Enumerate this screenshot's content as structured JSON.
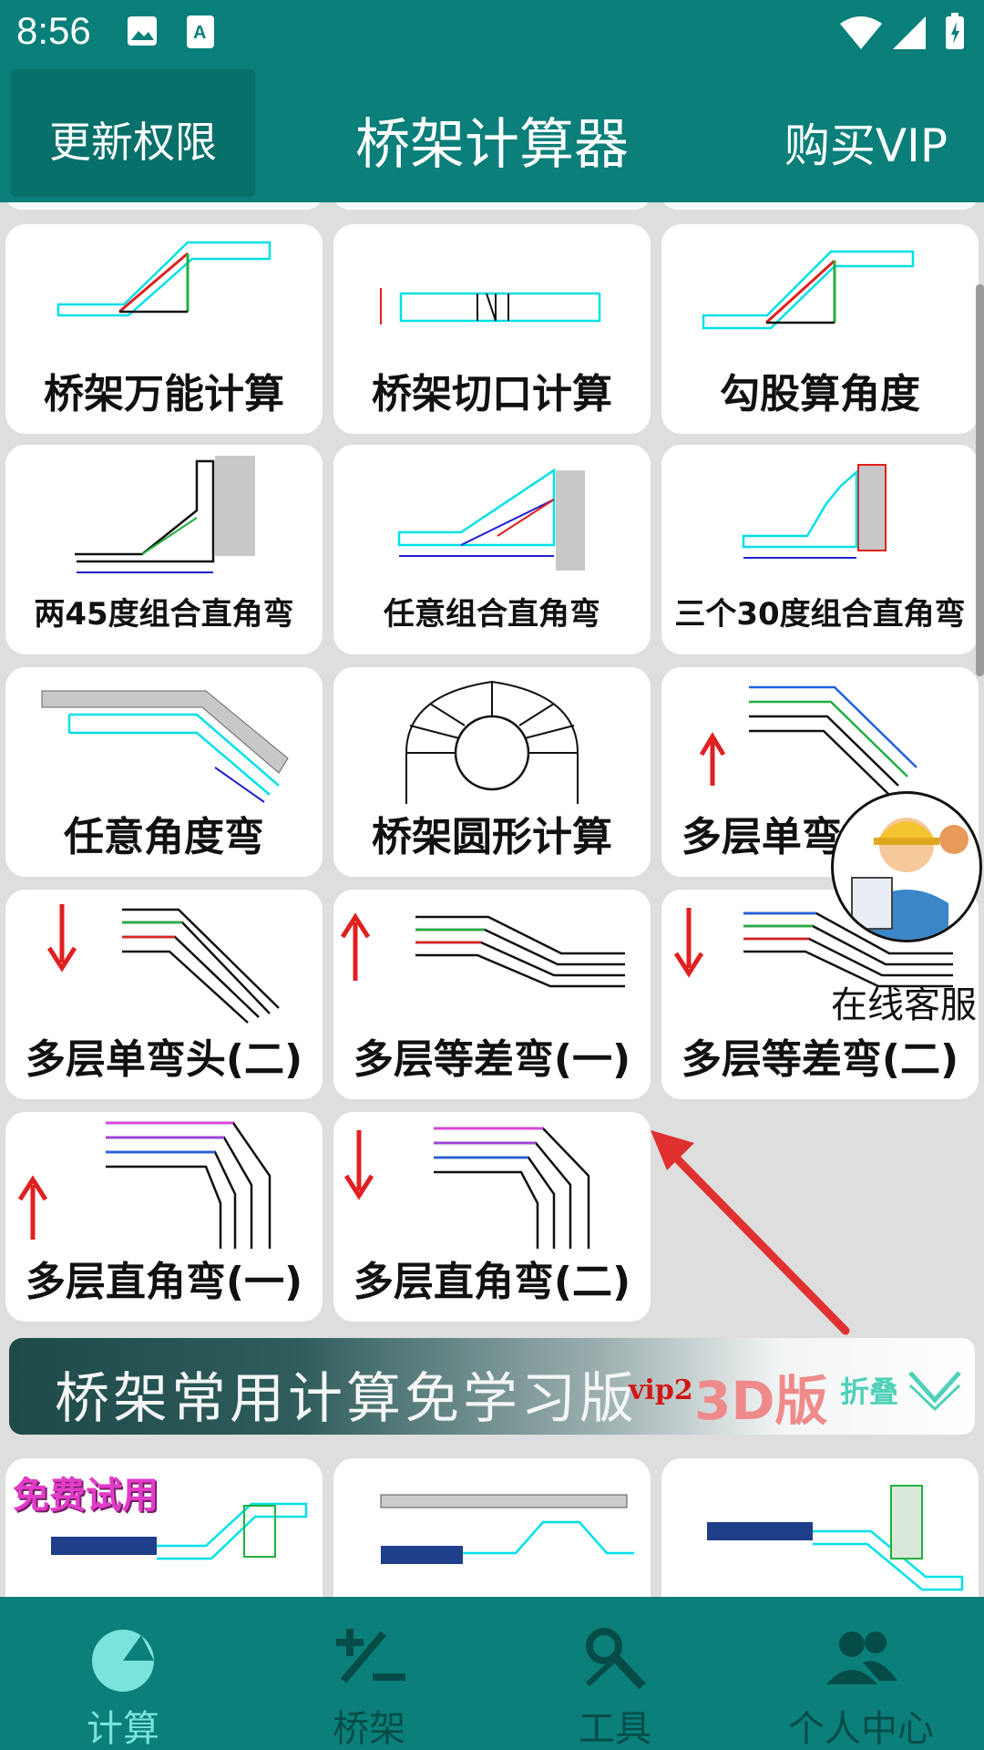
{
  "status_bar": {
    "time": "8:56"
  },
  "app_bar": {
    "left_button": "更新权限",
    "title": "桥架计算器",
    "right_button": "购买VIP"
  },
  "grid": [
    {
      "label": "桥架万能计算"
    },
    {
      "label": "桥架切口计算"
    },
    {
      "label": "勾股算角度"
    },
    {
      "label": "两45度组合直角弯"
    },
    {
      "label": "任意组合直角弯"
    },
    {
      "label": "三个30度组合直角弯"
    },
    {
      "label": "任意角度弯"
    },
    {
      "label": "桥架圆形计算"
    },
    {
      "label": "多层单弯头(一)"
    },
    {
      "label": "多层单弯头(二)"
    },
    {
      "label": "多层等差弯(一)"
    },
    {
      "label": "多层等差弯(二)"
    },
    {
      "label": "多层直角弯(一)"
    },
    {
      "label": "多层直角弯(二)"
    }
  ],
  "banner": {
    "title": "桥架常用计算免学习版",
    "tag": "vip2",
    "version": "3D版",
    "collapse": "折叠"
  },
  "preview": {
    "trial_badge": "免费试用"
  },
  "floating": {
    "service_label": "在线客服"
  },
  "bottom_nav": [
    {
      "label": "计算",
      "icon": "pie-chart-icon",
      "active": true
    },
    {
      "label": "桥架",
      "icon": "plus-minus-icon",
      "active": false
    },
    {
      "label": "工具",
      "icon": "tools-icon",
      "active": false
    },
    {
      "label": "个人中心",
      "icon": "people-icon",
      "active": false
    }
  ],
  "colors": {
    "primary": "#0b7f79",
    "nav_active": "#7ae3dc",
    "nav_inactive": "#054c48",
    "cyan_line": "#00e0e8",
    "red_line": "#e02020"
  }
}
